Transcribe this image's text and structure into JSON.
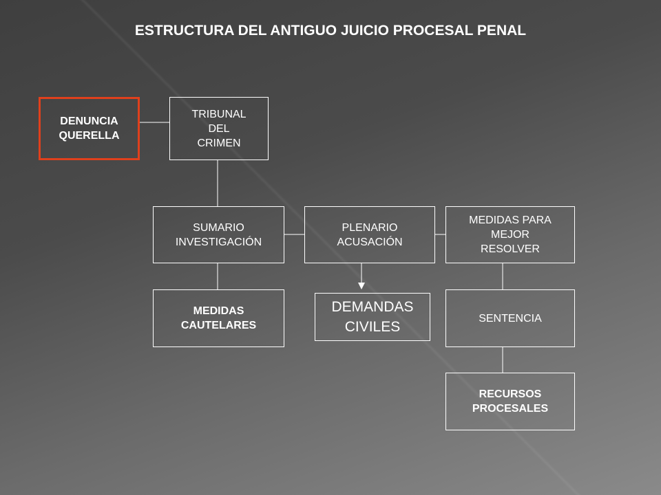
{
  "title": "ESTRUCTURA DEL ANTIGUO JUICIO PROCESAL PENAL",
  "colors": {
    "highlight_border": "#e0401c",
    "box_border": "#ffffff",
    "text": "#ffffff",
    "connector": "#ffffff"
  },
  "nodes": {
    "denuncia": "DENUNCIA\nQUERELLA",
    "tribunal": "TRIBUNAL\nDEL\nCRIMEN",
    "sumario": "SUMARIO\nINVESTIGACIÓN",
    "plenario": "PLENARIO\nACUSACIÓN",
    "medidas_resolver": "MEDIDAS PARA\nMEJOR\nRESOLVER",
    "medidas_cautelares": "MEDIDAS\nCAUTELARES",
    "demandas": "DEMANDAS\nCIVILES",
    "sentencia": "SENTENCIA",
    "recursos": "RECURSOS\nPROCESALES"
  },
  "edges": [
    {
      "from": "denuncia",
      "to": "tribunal",
      "arrow": false
    },
    {
      "from": "tribunal",
      "to": "sumario",
      "arrow": false
    },
    {
      "from": "sumario",
      "to": "plenario",
      "arrow": false
    },
    {
      "from": "plenario",
      "to": "medidas_resolver",
      "arrow": false
    },
    {
      "from": "sumario",
      "to": "medidas_cautelares",
      "arrow": false
    },
    {
      "from": "plenario",
      "to": "demandas",
      "arrow": true
    },
    {
      "from": "medidas_resolver",
      "to": "sentencia",
      "arrow": false
    },
    {
      "from": "sentencia",
      "to": "recursos",
      "arrow": false
    }
  ]
}
